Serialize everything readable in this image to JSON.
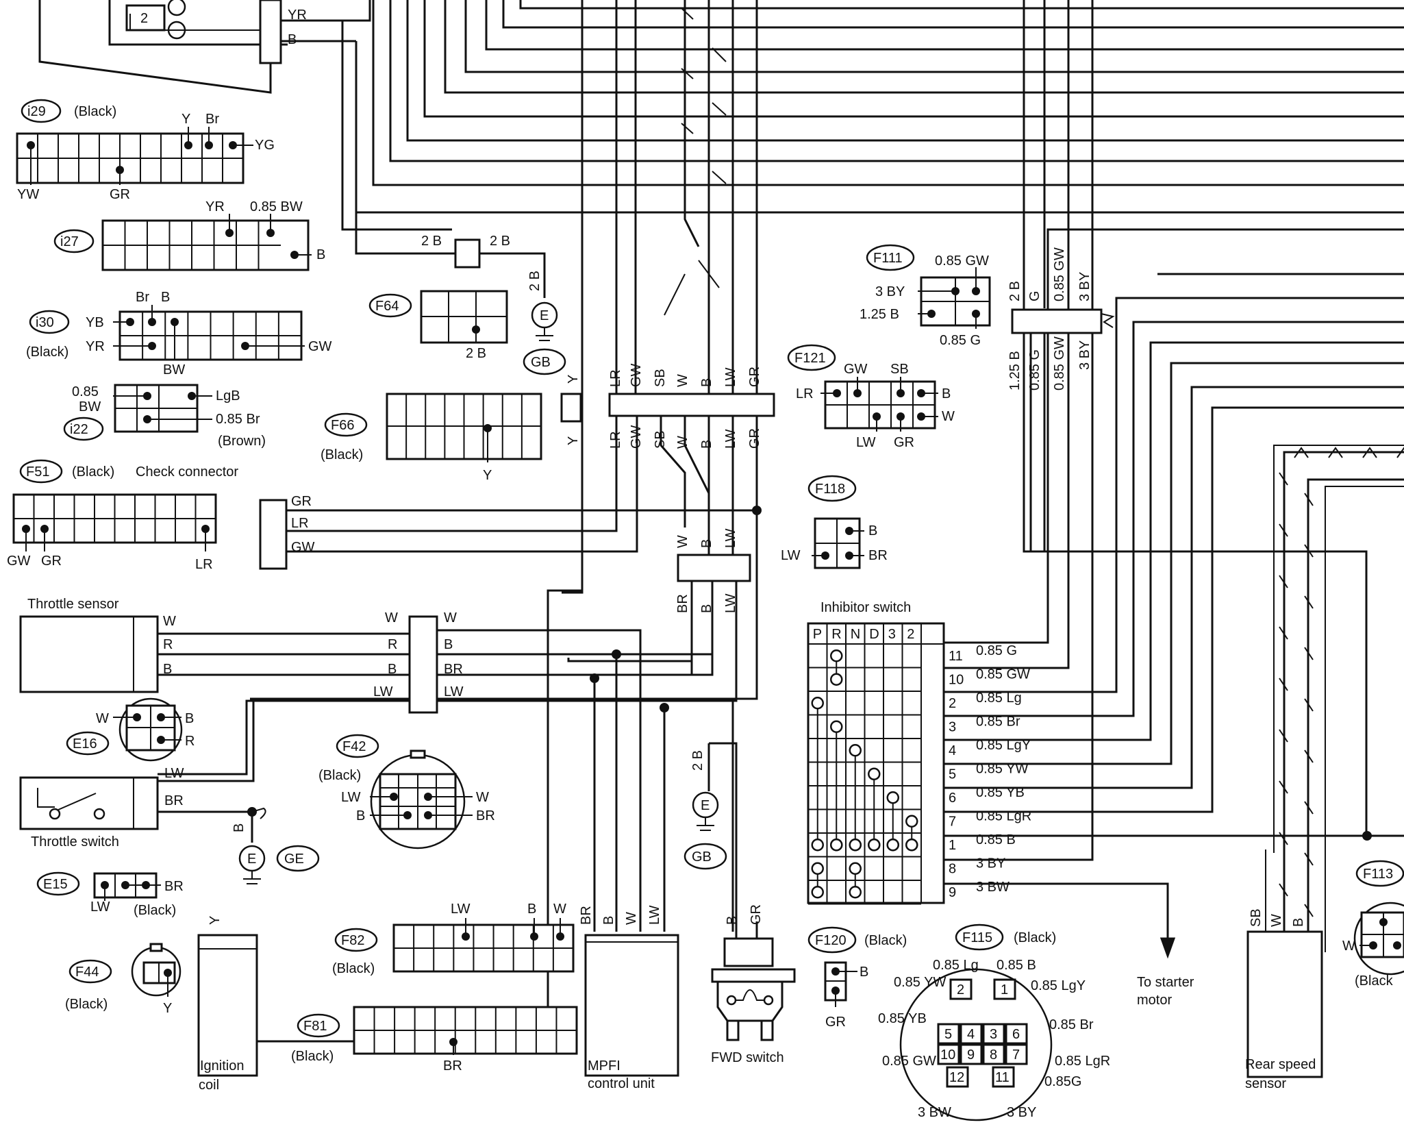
{
  "wire_labels": {
    "yr_top": "YR",
    "b_top": "B",
    "ground_2b_a": "2 B",
    "ground_2b_b": "2 B",
    "ground_2b_c": "2 B",
    "y_a": "Y",
    "y_b": "Y",
    "trunk": [
      "LR",
      "GW",
      "SB",
      "W",
      "B",
      "LW",
      "GR"
    ],
    "mid": [
      "W",
      "B",
      "LW"
    ],
    "low": [
      "BR",
      "B",
      "LW"
    ],
    "right_vert": [
      "2 B",
      "G",
      "0.85 GW",
      "3 BY"
    ],
    "right_vert2": [
      "1.25 B",
      "0.85 G",
      "0.85 GW",
      "3 BY"
    ],
    "mpfi_pins": [
      "BR",
      "B",
      "W",
      "LW"
    ],
    "fwd_pins": [
      "B",
      "GR"
    ],
    "rear_pins": [
      "SB",
      "W",
      "B"
    ],
    "gb_wire": "2 B",
    "ge_wire": "B",
    "ign_wire": "Y"
  },
  "connectors": {
    "i29": {
      "id": "i29",
      "color": "(Black)",
      "pins": [
        "YW",
        "GR",
        "Y",
        "Br",
        "YG"
      ]
    },
    "i27": {
      "id": "i27",
      "pins": [
        "YR",
        "0.85 BW",
        "B"
      ]
    },
    "i30": {
      "id": "i30",
      "color": "(Black)",
      "pins": [
        "Br",
        "B",
        "YB",
        "YR",
        "BW",
        "GW"
      ]
    },
    "i22": {
      "id": "i22",
      "color": "(Brown)",
      "pins": [
        "0.85",
        "BW",
        "LgB",
        "0.85 Br"
      ]
    },
    "F51": {
      "id": "F51",
      "color": "(Black)",
      "label": "Check connector",
      "pins": [
        "GW",
        "GR",
        "LR",
        "GR",
        "LR",
        "GW"
      ]
    },
    "F64": {
      "id": "F64",
      "pins": [
        "2 B"
      ]
    },
    "F66": {
      "id": "F66",
      "color": "(Black)",
      "pins": [
        "Y"
      ]
    },
    "F111": {
      "id": "F111",
      "pins": [
        "0.85 GW",
        "3 BY",
        "1.25 B",
        "0.85 G"
      ]
    },
    "F121": {
      "id": "F121",
      "pins": [
        "GW",
        "SB",
        "LR",
        "B",
        "W",
        "LW",
        "GR"
      ]
    },
    "F118": {
      "id": "F118",
      "pins": [
        "B",
        "LW",
        "BR"
      ]
    },
    "E16": {
      "id": "E16",
      "pins": [
        "W",
        "B",
        "R"
      ]
    },
    "F42": {
      "id": "F42",
      "color": "(Black)",
      "pins": [
        "LW",
        "W",
        "B",
        "BR"
      ]
    },
    "E15": {
      "id": "E15",
      "color": "(Black)",
      "pins": [
        "LW",
        "BR"
      ]
    },
    "F44": {
      "id": "F44",
      "color": "(Black)",
      "pins": [
        "Y"
      ]
    },
    "F82": {
      "id": "F82",
      "color": "(Black)",
      "pins": [
        "LW",
        "B",
        "W"
      ]
    },
    "F81": {
      "id": "F81",
      "color": "(Black)",
      "pins": [
        "BR"
      ]
    },
    "F120": {
      "id": "F120",
      "color": "(Black)",
      "pins": [
        "B",
        "GR"
      ]
    },
    "F115": {
      "id": "F115",
      "color": "(Black)",
      "pins": [
        "0.85 Lg",
        "0.85 B",
        "0.85 YW",
        "0.85 LgY",
        "0.85 YB",
        "0.85 Br",
        "0.85 LgR",
        "0.85 GW",
        "0.85G",
        "3 BW",
        "3 BY"
      ],
      "numbers": [
        "2",
        "1",
        "5",
        "4",
        "3",
        "6",
        "10",
        "9",
        "8",
        "7",
        "12",
        "11"
      ]
    },
    "F113": {
      "id": "F113",
      "color": "(Black",
      "pins": [
        "W"
      ]
    }
  },
  "grounds": {
    "GB1": "GB",
    "GB2": "GB",
    "GE": "GE",
    "E": "E"
  },
  "components": {
    "throttle_sensor": {
      "label": "Throttle sensor",
      "pins": [
        "W",
        "R",
        "B"
      ],
      "right_pins": [
        "W",
        "R",
        "B",
        "LW"
      ],
      "out": [
        "W",
        "B",
        "BR",
        "LW"
      ]
    },
    "throttle_switch": {
      "label": "Throttle switch",
      "pins": [
        "LW",
        "BR"
      ]
    },
    "ignition_coil": {
      "label1": "Ignition",
      "label2": "coil"
    },
    "mpfi": {
      "label1": "MPFI",
      "label2": "control unit"
    },
    "fwd_switch": {
      "label": "FWD switch"
    },
    "rear_speed": {
      "label1": "Rear speed",
      "label2": "sensor"
    },
    "starter": {
      "label1": "To starter",
      "label2": "motor"
    }
  },
  "inhibitor": {
    "title": "Inhibitor switch",
    "positions": [
      "P",
      "R",
      "N",
      "D",
      "3",
      "2"
    ],
    "rows": [
      {
        "num": "11",
        "wire": "0.85 G"
      },
      {
        "num": "10",
        "wire": "0.85 GW"
      },
      {
        "num": "2",
        "wire": "0.85 Lg"
      },
      {
        "num": "3",
        "wire": "0.85  Br"
      },
      {
        "num": "4",
        "wire": "0.85 LgY"
      },
      {
        "num": "5",
        "wire": "0.85  YW"
      },
      {
        "num": "6",
        "wire": "0.85  YB"
      },
      {
        "num": "7",
        "wire": "0.85 LgR"
      },
      {
        "num": "1",
        "wire": "0.85 B"
      },
      {
        "num": "8",
        "wire": "3 BY"
      },
      {
        "num": "9",
        "wire": "3 BW"
      }
    ]
  }
}
